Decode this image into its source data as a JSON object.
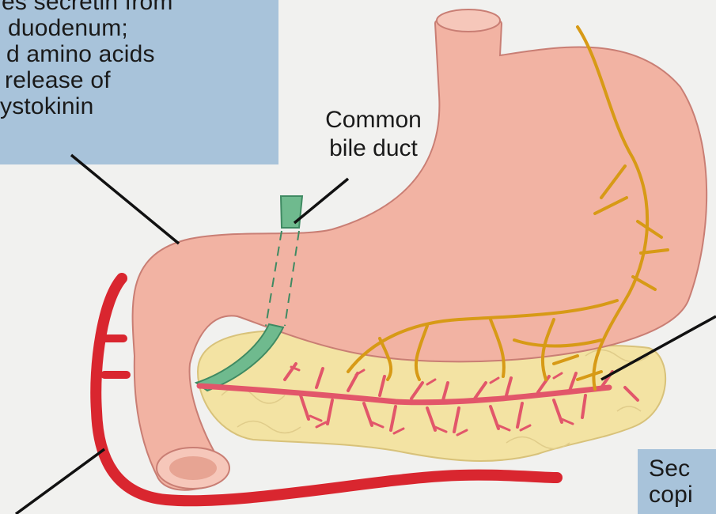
{
  "callout_top_left": {
    "lines": [
      "es secretin from",
      "duodenum;",
      "d amino acids",
      "release of",
      "ystokinin"
    ]
  },
  "label_bile_duct": {
    "lines": [
      "Common",
      "bile duct"
    ]
  },
  "callout_bottom_right": {
    "lines": [
      "Sec",
      "copi"
    ]
  },
  "colors": {
    "background": "#f1f1ef",
    "callout_box": "#a8c3da",
    "stomach": "#f2b3a3",
    "artery": "#d9262f",
    "nerve": "#d79a16",
    "bile_duct": "#6fba8e",
    "pancreas": "#f3e3a3"
  }
}
